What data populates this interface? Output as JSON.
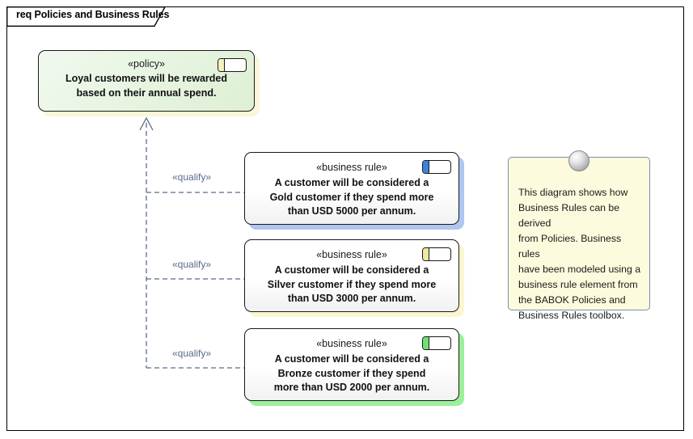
{
  "diagram": {
    "title": "req Policies and Business Rules",
    "type": "requirements-diagram",
    "frame_border_color": "#000000",
    "background": "#ffffff"
  },
  "policy": {
    "stereotype": "«policy»",
    "line1": "Loyal customers will be rewarded",
    "line2": "based on their annual spend.",
    "icon": "requirement-icon",
    "icon_bar_color": "#f4f0c0",
    "fill_color": "#e8f5e2",
    "shadow_color": "#fbf6d9"
  },
  "rules": [
    {
      "stereotype": "«business rule»",
      "line1": "A customer will be considered a",
      "line2": "Gold customer if they spend more",
      "line3": "than USD 5000 per annum.",
      "tier": "Gold",
      "threshold": "USD 5000",
      "icon": "requirement-icon",
      "icon_bar_color": "#3f7fe0",
      "shadow_color": "#aec6f0",
      "connector_label": "«qualify»"
    },
    {
      "stereotype": "«business rule»",
      "line1": "A customer will be considered a",
      "line2": "Silver customer if they spend more",
      "line3": "than USD 3000 per annum.",
      "tier": "Silver",
      "threshold": "USD 3000",
      "icon": "requirement-icon",
      "icon_bar_color": "#eee8a0",
      "shadow_color": "#faf6d0",
      "connector_label": "«qualify»"
    },
    {
      "stereotype": "«business rule»",
      "line1": "A customer will be considered a",
      "line2": "Bronze customer if they spend",
      "line3": "more than USD 2000 per annum.",
      "tier": "Bronze",
      "threshold": "USD 2000",
      "icon": "requirement-icon",
      "icon_bar_color": "#6ee26e",
      "shadow_color": "#9cf09c",
      "connector_label": "«qualify»"
    }
  ],
  "note": {
    "line1": "This diagram shows how",
    "line2": "Business Rules can be derived",
    "line3": "from Policies. Business rules",
    "line4": "have been modeled using a",
    "line5": "business rule element from",
    "line6": "the BABOK Policies and",
    "line7": "Business Rules toolbox.",
    "pin": "note-anchor-pin",
    "fill_color": "#fcfbdd",
    "border_color": "#7593ad"
  },
  "connector_style": {
    "kind": "realization-dashed-open-arrow",
    "color": "#5a6a8a"
  }
}
